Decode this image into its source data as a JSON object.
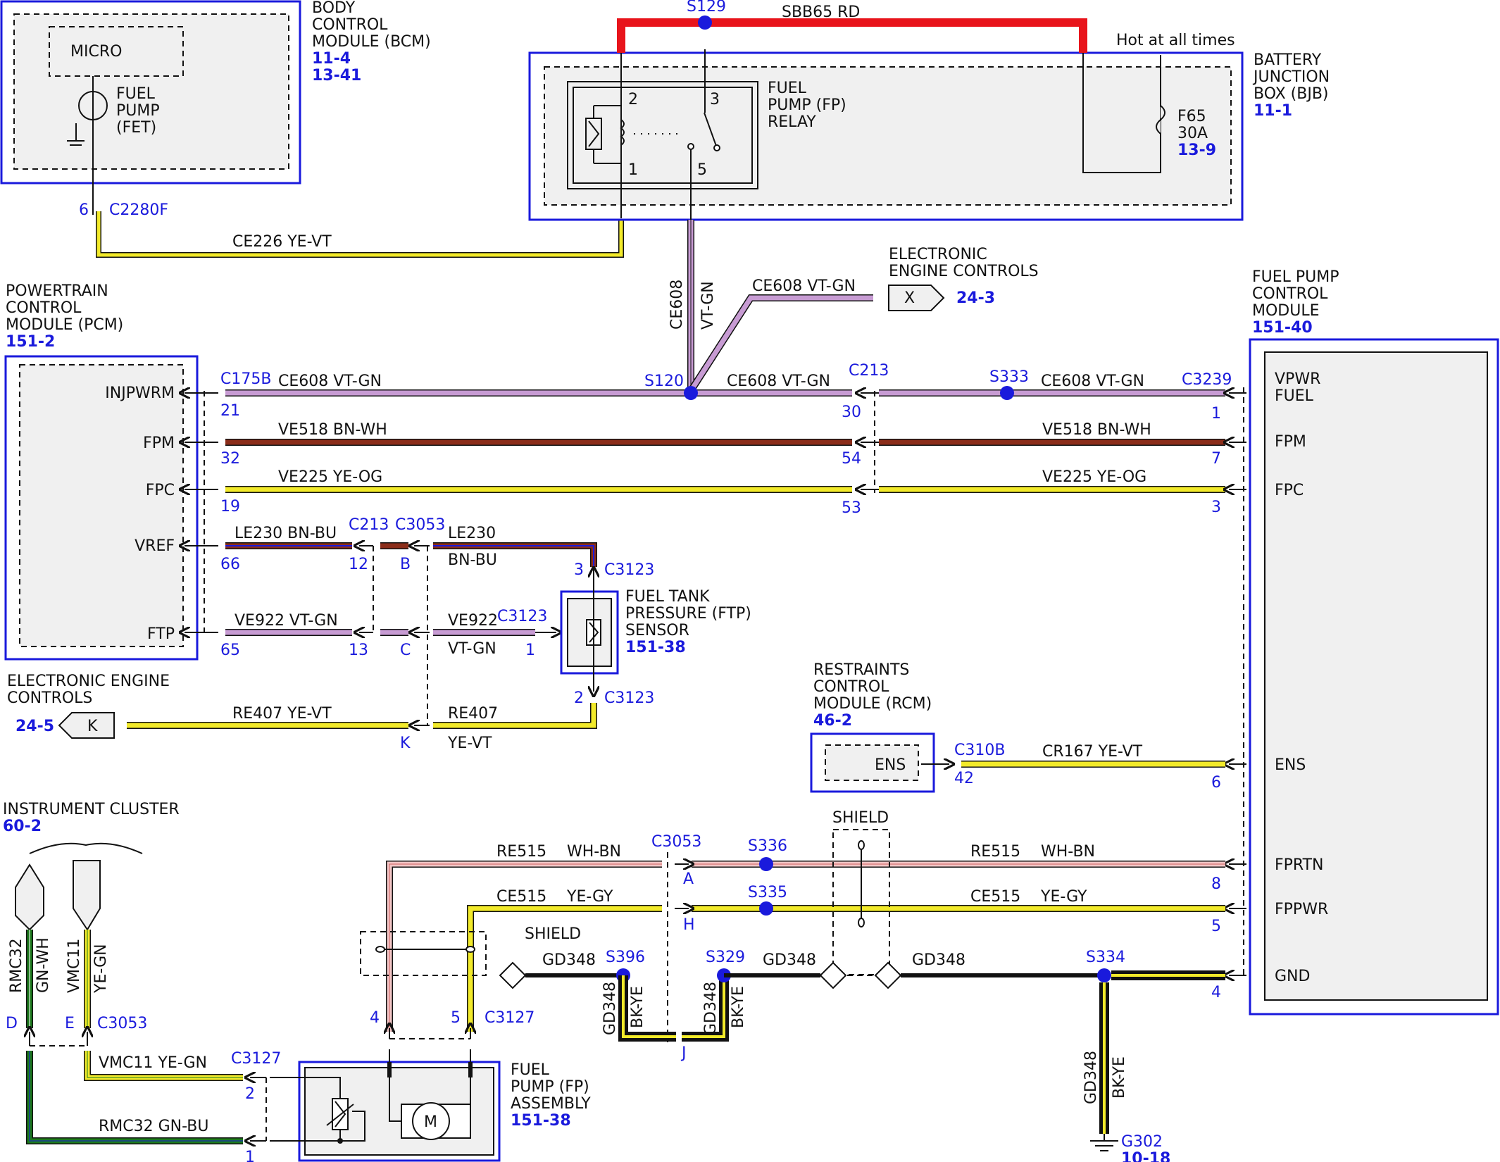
{
  "bcm": {
    "name": [
      "BODY",
      "CONTROL",
      "MODULE (BCM)"
    ],
    "refs": [
      "11-4",
      "13-41"
    ],
    "micro": "MICRO",
    "fet": [
      "FUEL",
      "PUMP",
      "(FET)"
    ],
    "pin": "6",
    "conn": "C2280F"
  },
  "bjb": {
    "name": [
      "BATTERY",
      "JUNCTION",
      "BOX (BJB)"
    ],
    "ref": "11-1",
    "hot": "Hot at all times",
    "fuse": "F65",
    "amps": "30A",
    "fuse_ref": "13-9",
    "relay": [
      "FUEL",
      "PUMP (FP)",
      "RELAY"
    ],
    "relay_pins": [
      "2",
      "3",
      "1",
      "5"
    ]
  },
  "splices": {
    "s129": "S129",
    "s120": "S120",
    "s333": "S333",
    "s336": "S336",
    "s335": "S335",
    "s396": "S396",
    "s329": "S329",
    "s334": "S334"
  },
  "wires": {
    "sbb65": "SBB65  RD",
    "ce226": "CE226  YE-VT",
    "ce608": "CE608  VT-GN",
    "ce608_vert": "CE608",
    "vtgn": "VT-GN",
    "ve518": "VE518  BN-WH",
    "ve225": "VE225  YE-OG",
    "le230": "LE230  BN-BU",
    "le230_a": "LE230",
    "le230_b": "BN-BU",
    "ve922": "VE922  VT-GN",
    "ve922_a": "VE922",
    "ve922_b": "VT-GN",
    "re407": "RE407  YE-VT",
    "re407_a": "RE407",
    "re407_b": "YE-VT",
    "cr167": "CR167  YE-VT",
    "re515": "RE515",
    "whbn": "WH-BN",
    "ce515": "CE515",
    "yegy": "YE-GY",
    "gd348": "GD348",
    "bkye": "BK-YE",
    "rmc32": "RMC32",
    "gnwh": "GN-WH",
    "vmc11": "VMC11",
    "yegn": "YE-GN",
    "vmc11_h": "VMC11  YE-GN",
    "rmc32_h": "RMC32  GN-BU"
  },
  "eec_top": {
    "name": [
      "ELECTRONIC",
      "ENGINE CONTROLS"
    ],
    "tag": "X",
    "ref": "24-3"
  },
  "eec_left": {
    "name": [
      "ELECTRONIC ENGINE",
      "CONTROLS"
    ],
    "tag": "K",
    "ref": "24-5"
  },
  "pcm": {
    "name": [
      "POWERTRAIN",
      "CONTROL",
      "MODULE (PCM)"
    ],
    "ref": "151-2",
    "pins": [
      "INJPWRM",
      "FPM",
      "FPC",
      "VREF",
      "FTP"
    ],
    "conn": "C175B",
    "nums": [
      "21",
      "32",
      "19",
      "66",
      "65"
    ]
  },
  "fpcm": {
    "name": [
      "FUEL PUMP",
      "CONTROL",
      "MODULE"
    ],
    "ref": "151-40",
    "pins": [
      "VPWR",
      "FUEL",
      "FPM",
      "FPC",
      "ENS",
      "FPRTN",
      "FPPWR",
      "GND"
    ],
    "conn": "C3239",
    "nums": [
      "1",
      "7",
      "3",
      "6",
      "8",
      "5",
      "4"
    ]
  },
  "c213": {
    "conn": "C213",
    "nums": [
      "30",
      "54",
      "53",
      "12",
      "13"
    ]
  },
  "c3053": {
    "conn": "C3053",
    "letters": [
      "B",
      "C",
      "K",
      "A",
      "H",
      "J",
      "D",
      "E"
    ]
  },
  "ftp": {
    "name": [
      "FUEL TANK",
      "PRESSURE (FTP)",
      "SENSOR"
    ],
    "ref": "151-38",
    "conn": "C3123",
    "pins": [
      "3",
      "1",
      "2"
    ]
  },
  "rcm": {
    "name": [
      "RESTRAINTS",
      "CONTROL",
      "MODULE (RCM)"
    ],
    "ref": "46-2",
    "pin": "ENS",
    "conn": "C310B",
    "num": "42"
  },
  "shield": "SHIELD",
  "ic": {
    "name": "INSTRUMENT CLUSTER",
    "ref": "60-2"
  },
  "fpa": {
    "name": [
      "FUEL",
      "PUMP (FP)",
      "ASSEMBLY"
    ],
    "ref": "151-38",
    "motor": "M",
    "conn": "C3127",
    "pins": [
      "4",
      "5",
      "2",
      "1"
    ]
  },
  "ground": {
    "name": "G302",
    "ref": "10-18"
  },
  "colors": {
    "blue": "#1a1adc",
    "red": "#e8141b",
    "yellow": "#f2ea2a",
    "violet": "#c79bd3",
    "brown": "#8b2d1a",
    "green": "#1c7a1c"
  }
}
